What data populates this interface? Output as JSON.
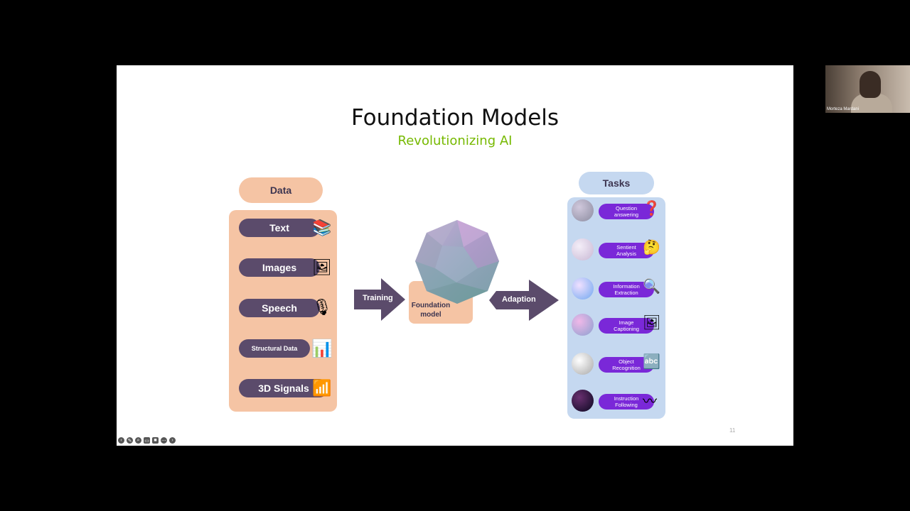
{
  "slide": {
    "title": "Foundation Models",
    "subtitle": "Revolutionizing AI",
    "page_number": "11"
  },
  "data_section": {
    "heading": "Data",
    "items": [
      {
        "label": "Text",
        "icon": "books-icon",
        "glyph": "📚"
      },
      {
        "label": "Images",
        "icon": "photos-icon",
        "glyph": "🖼"
      },
      {
        "label": "Speech",
        "icon": "microphone-icon",
        "glyph": "🎙"
      },
      {
        "label": "Structural Data",
        "icon": "people-chart-icon",
        "glyph": "📊"
      },
      {
        "label": "3D Signals",
        "icon": "wifi-signal-icon",
        "glyph": "📶"
      }
    ]
  },
  "flow": {
    "training_label": "Training",
    "model_label_line1": "Foundation",
    "model_label_line2": "model",
    "adaption_label": "Adaption"
  },
  "tasks_section": {
    "heading": "Tasks",
    "items": [
      {
        "label_line1": "Question",
        "label_line2": "answering",
        "icon": "question-mark-icon",
        "glyph": "❓",
        "sphere_color": "#a8a0b8"
      },
      {
        "label_line1": "Sentient",
        "label_line2": "Analysis",
        "icon": "thinking-face-icon",
        "glyph": "🤔",
        "sphere_color": "#d8cce0"
      },
      {
        "label_line1": "Information",
        "label_line2": "Extraction",
        "icon": "magnifier-icon",
        "glyph": "🔍",
        "sphere_color": "#b8d0f0"
      },
      {
        "label_line1": "Image",
        "label_line2": "Captioning",
        "icon": "image-caption-icon",
        "glyph": "🖼",
        "sphere_color": "#c8a8d8"
      },
      {
        "label_line1": "Object",
        "label_line2": "Recognition",
        "icon": "abc-blocks-icon",
        "glyph": "🔤",
        "sphere_color": "#d8d8d8"
      },
      {
        "label_line1": "Instruction",
        "label_line2": "Following",
        "icon": "path-icon",
        "glyph": "〰",
        "sphere_color": "#301848"
      }
    ]
  },
  "webcam": {
    "name": "Morteza Mardani"
  },
  "colors": {
    "accent_green": "#76b900",
    "data_panel": "#f5c4a4",
    "tasks_panel": "#c5d8f0",
    "pill_dark": "#5b4b6b",
    "task_pill": "#7a28d8"
  }
}
